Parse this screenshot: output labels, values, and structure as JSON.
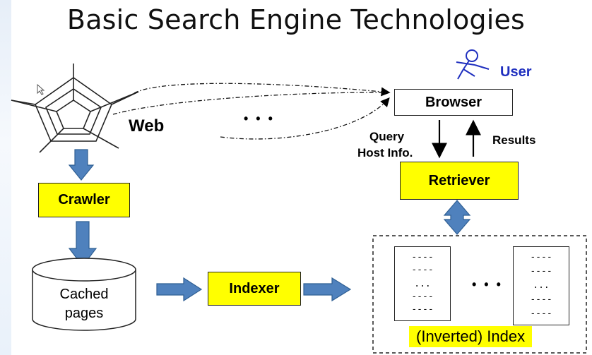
{
  "title": "Basic Search Engine Technologies",
  "labels": {
    "user": "User",
    "web": "Web",
    "ellipsis_top": "• • •",
    "ellipsis_index": "• • •",
    "query": "Query",
    "host_info": "Host Info.",
    "results": "Results"
  },
  "boxes": {
    "browser": "Browser",
    "crawler": "Crawler",
    "retriever": "Retriever",
    "indexer": "Indexer",
    "cached_line1": "Cached",
    "cached_line2": "pages"
  },
  "index": {
    "label": "(Inverted) Index",
    "doc1": [
      "----",
      "----",
      "...",
      "----",
      "----"
    ],
    "doc2": [
      "----",
      "----",
      "...",
      "----",
      "----"
    ]
  },
  "colors": {
    "box_yellow": "#ffff00",
    "arrow_blue": "#4f81bd",
    "user_blue": "#1f2fbf"
  },
  "icons": [
    "web-spider-icon",
    "stick-figure-user-icon",
    "cursor-icon"
  ]
}
